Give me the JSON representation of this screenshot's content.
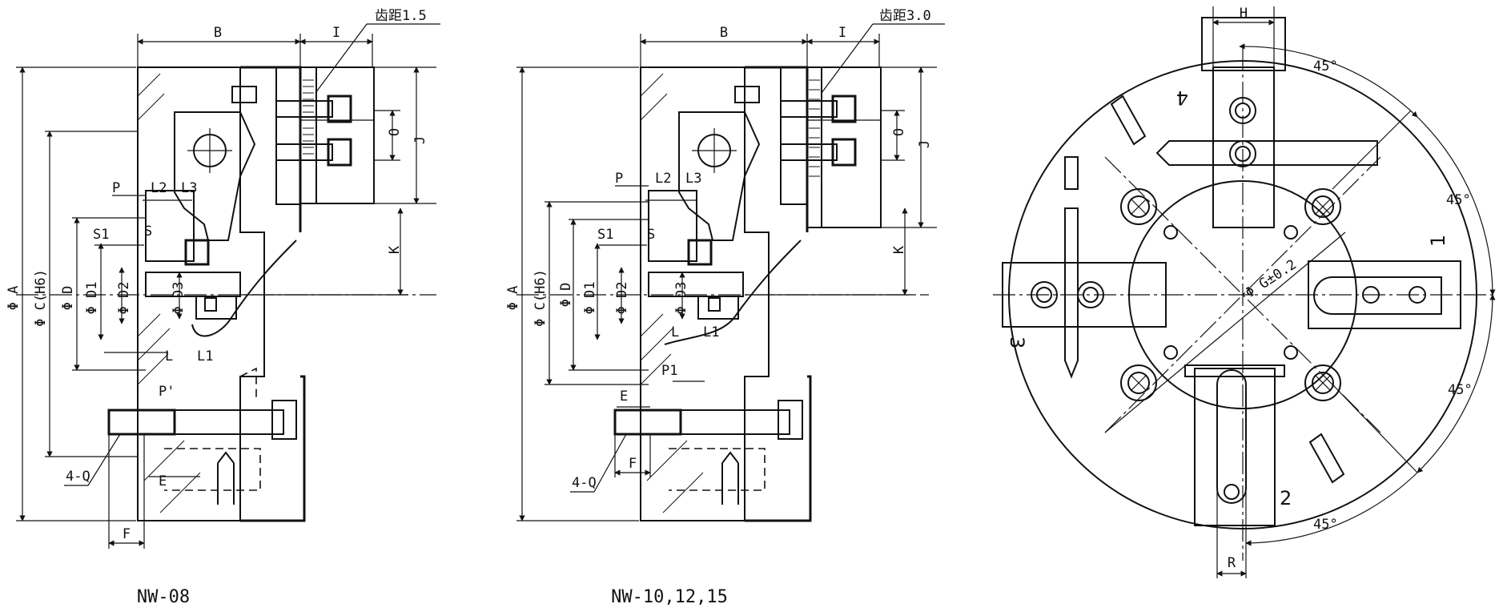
{
  "views": {
    "left": {
      "caption": "NW-08",
      "pitch_note": "齿距1.5",
      "dims": {
        "A": "Φ A",
        "C": "Φ C(H6)",
        "D": "Φ D",
        "D1": "Φ D1",
        "D2": "Φ D2",
        "D3": "Φ D3",
        "B": "B",
        "I": "I",
        "O": "O",
        "J": "J",
        "K": "K",
        "P": "P",
        "L2": "L2",
        "L3": "L3",
        "S": "S",
        "S1": "S1",
        "L": "L",
        "L1": "L1",
        "Pp": "P'",
        "E": "E",
        "Q": "4-Q",
        "F": "F"
      }
    },
    "middle": {
      "caption": "NW-10,12,15",
      "pitch_note": "齿距3.0",
      "dims": {
        "A": "Φ A",
        "C": "Φ C(H6)",
        "D": "Φ D",
        "D1": "Φ D1",
        "D2": "Φ D2",
        "D3": "Φ D3",
        "B": "B",
        "I": "I",
        "O": "O",
        "J": "J",
        "K": "K",
        "P": "P",
        "L2": "L2",
        "L3": "L3",
        "S": "S",
        "S1": "S1",
        "L": "L",
        "L1": "L1",
        "P1": "P1",
        "E": "E",
        "Q": "4-Q",
        "F": "F"
      }
    },
    "right": {
      "dims": {
        "H": "H",
        "R": "R",
        "G": "Φ G±0.2"
      },
      "angles": [
        "45°",
        "45°",
        "45°",
        "45°"
      ],
      "jaw_numbers": [
        "1",
        "2",
        "3",
        "4"
      ]
    }
  }
}
